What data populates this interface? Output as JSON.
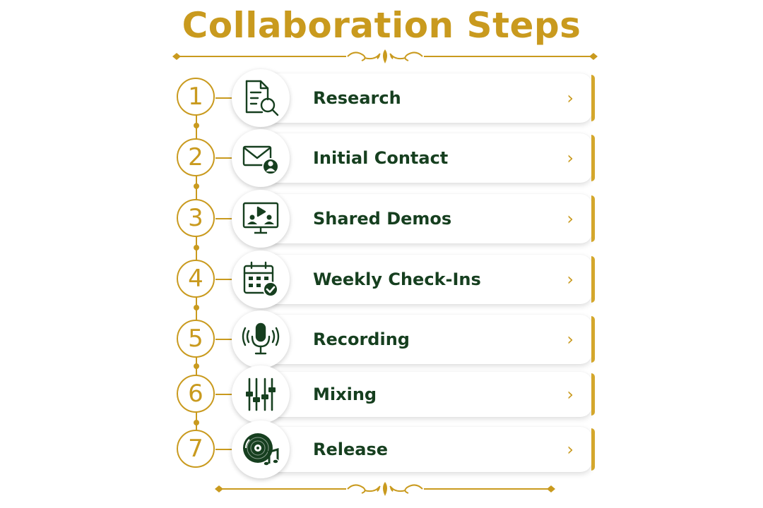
{
  "title": "Collaboration Steps",
  "colors": {
    "gold": "#C99A1E",
    "green": "#163F1F",
    "card_edge": "#D4A72C"
  },
  "steps": [
    {
      "number": "1",
      "label": "Research",
      "icon": "document-search-icon"
    },
    {
      "number": "2",
      "label": "Initial Contact",
      "icon": "email-contact-icon"
    },
    {
      "number": "3",
      "label": "Shared Demos",
      "icon": "video-presentation-icon"
    },
    {
      "number": "4",
      "label": "Weekly Check-Ins",
      "icon": "calendar-check-icon"
    },
    {
      "number": "5",
      "label": "Recording",
      "icon": "microphone-icon"
    },
    {
      "number": "6",
      "label": "Mixing",
      "icon": "mixer-sliders-icon"
    },
    {
      "number": "7",
      "label": "Release",
      "icon": "vinyl-record-icon"
    }
  ],
  "chevron_glyph": "›"
}
